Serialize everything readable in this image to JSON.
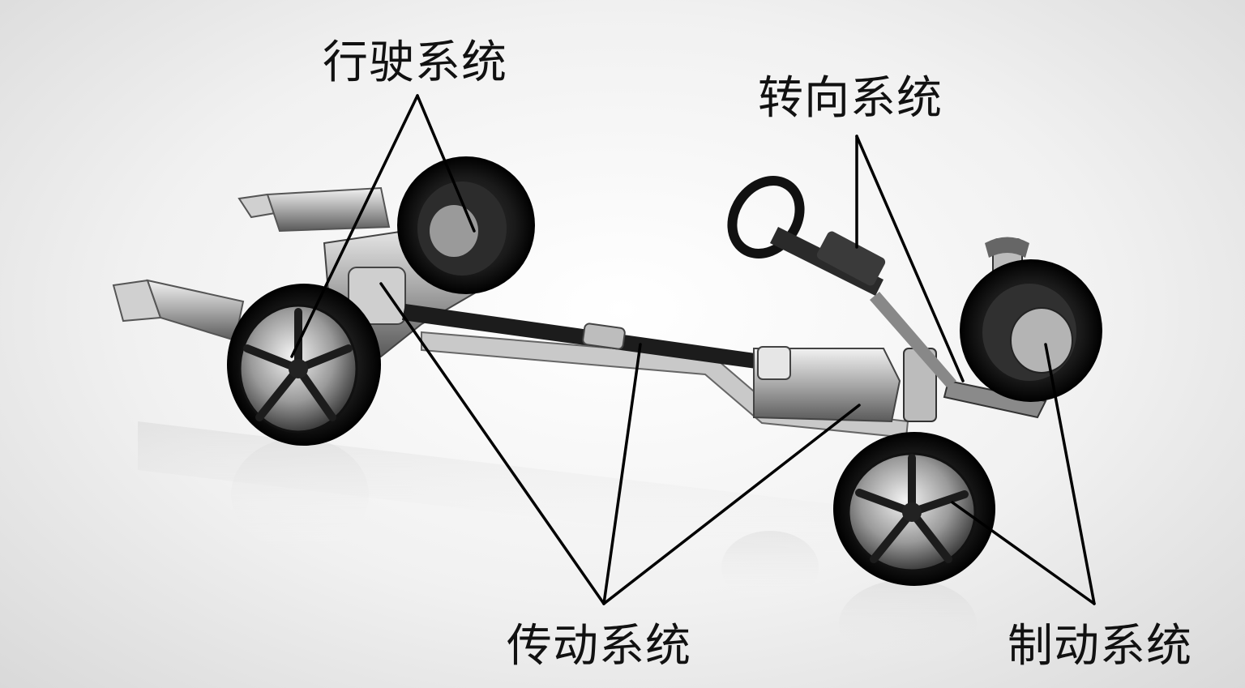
{
  "labels": {
    "running_system": "行驶系统",
    "steering_system": "转向系统",
    "drive_system": "传动系统",
    "brake_system": "制动系统"
  },
  "colors": {
    "leader_line": "#000000",
    "label_text": "#111111"
  }
}
